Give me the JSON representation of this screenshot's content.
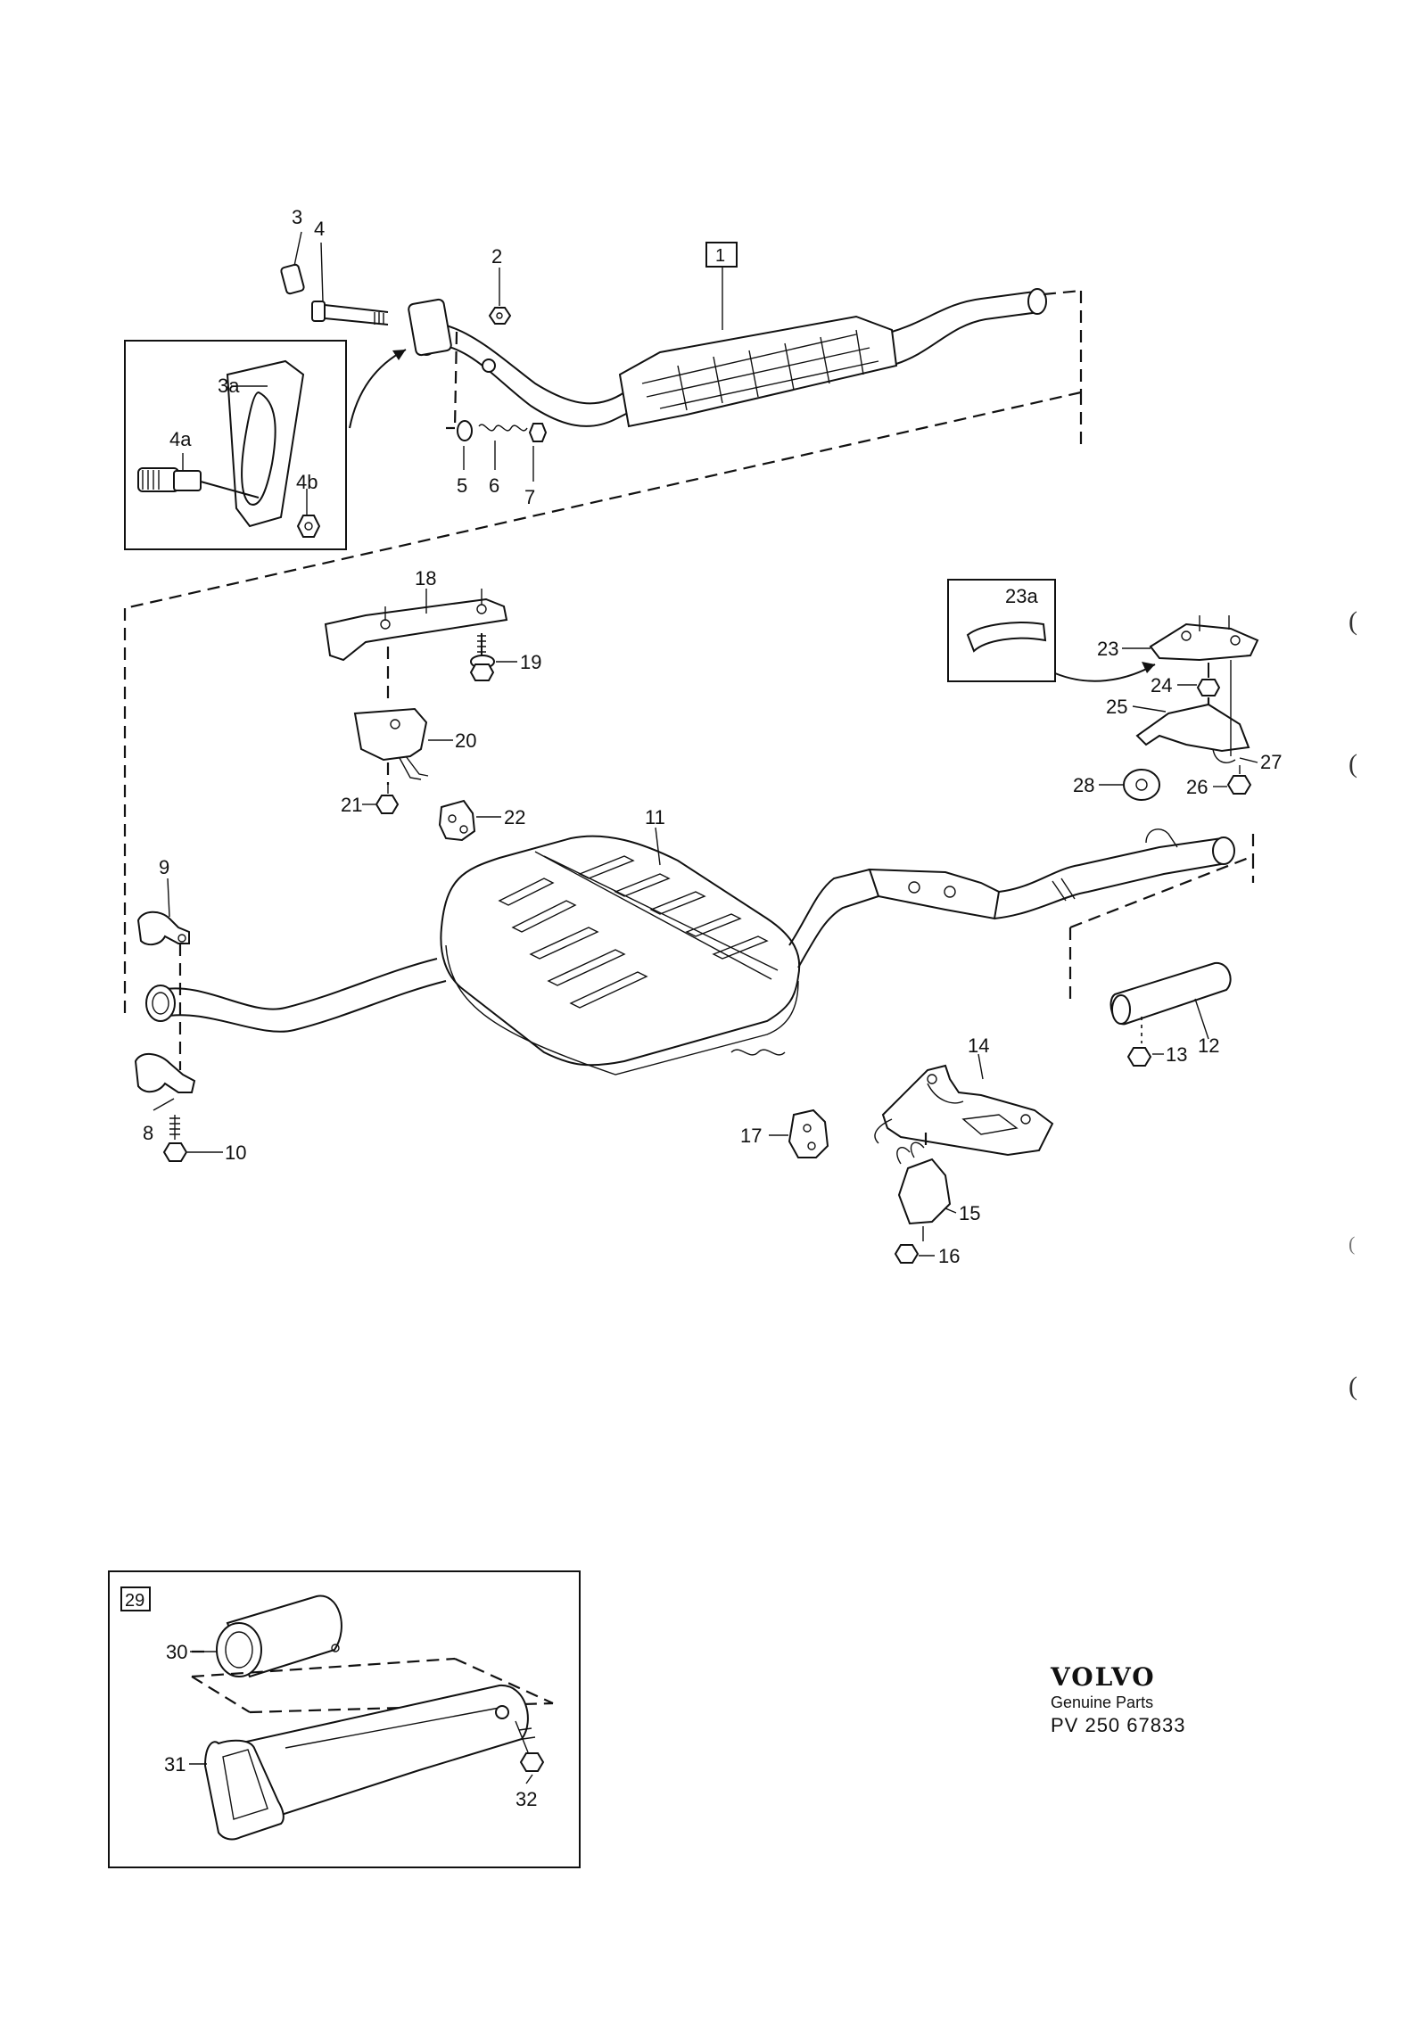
{
  "diagram": {
    "brand": {
      "logo": "VOLVO",
      "subtitle": "Genuine Parts",
      "reference": "PV 250 67833"
    },
    "callouts": {
      "c1": "1",
      "c2": "2",
      "c3": "3",
      "c3a": "3a",
      "c4": "4",
      "c4a": "4a",
      "c4b": "4b",
      "c5": "5",
      "c6": "6",
      "c7": "7",
      "c8": "8",
      "c9": "9",
      "c10": "10",
      "c11": "11",
      "c12": "12",
      "c13": "13",
      "c14": "14",
      "c15": "15",
      "c16": "16",
      "c17": "17",
      "c18": "18",
      "c19": "19",
      "c20": "20",
      "c21": "21",
      "c22": "22",
      "c23": "23",
      "c23a": "23a",
      "c24": "24",
      "c25": "25",
      "c26": "26",
      "c27": "27",
      "c28": "28",
      "c29": "29",
      "c30": "30",
      "c31": "31",
      "c32": "32"
    },
    "margin_marks": [
      "(",
      "(",
      "(",
      "("
    ]
  }
}
